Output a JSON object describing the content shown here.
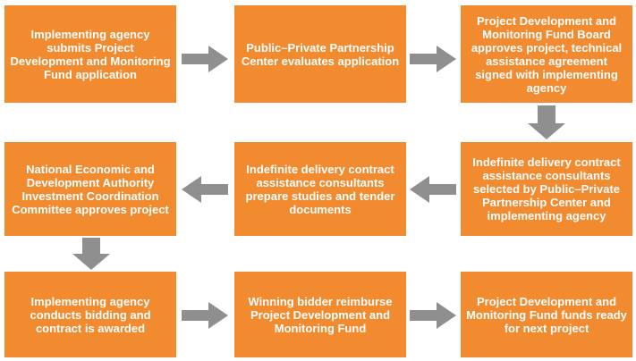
{
  "colors": {
    "box": "#f28a2f",
    "text": "#ffffff",
    "arrow": "#8f8f8f"
  },
  "steps": [
    {
      "text": "Implementing agency submits Project Development and Monitoring Fund application"
    },
    {
      "text": "Public–Private Partnership Center evaluates application"
    },
    {
      "text": "Project Development and Monitoring Fund Board approves project, technical assistance agreement signed with implementing agency"
    },
    {
      "text": "Indefinite delivery contract assistance consultants selected by Public–Private Partnership Center and implementing agency"
    },
    {
      "text": "Indefinite delivery contract assistance consultants prepare studies and tender documents"
    },
    {
      "text": "National Economic and Development Authority Investment Coordination Committee approves project"
    },
    {
      "text": "Implementing agency conducts bidding and contract is awarded"
    },
    {
      "text": "Winning bidder reimburse Project Development and Monitoring Fund"
    },
    {
      "text": "Project Development and Monitoring Fund funds ready for next project"
    }
  ]
}
